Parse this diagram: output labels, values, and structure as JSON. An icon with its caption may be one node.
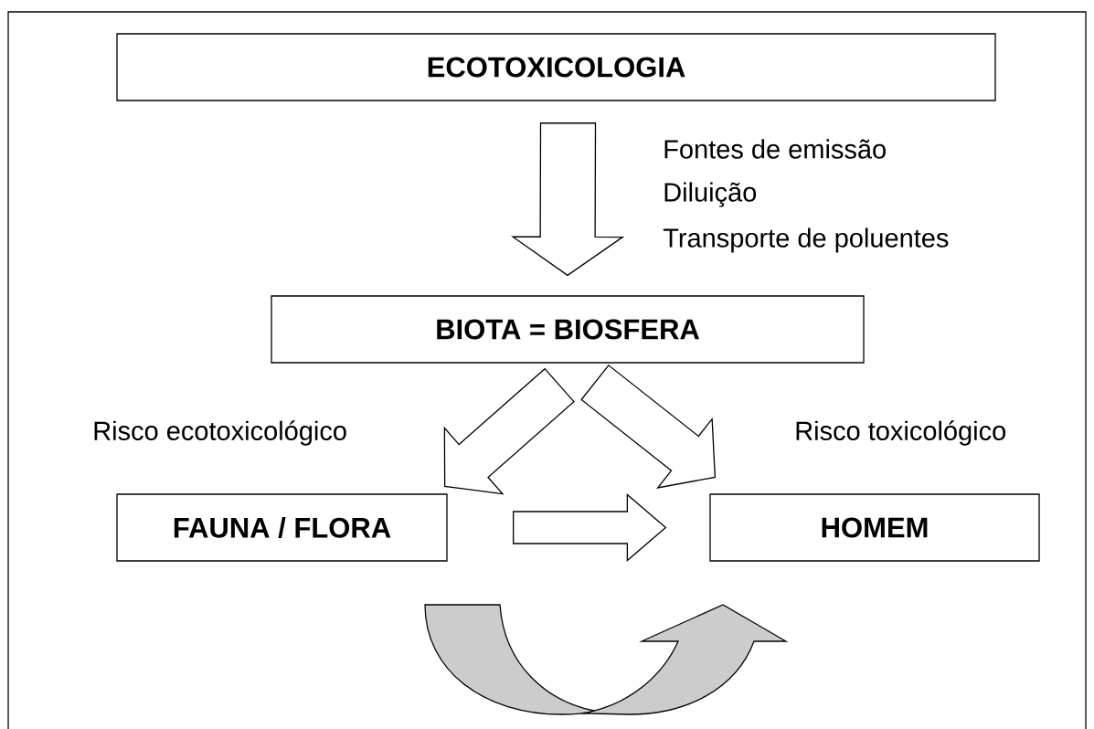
{
  "diagram": {
    "nodes": [
      {
        "text": [
          "ECOTOXICOLOGIA"
        ]
      },
      {
        "text": [
          "BIOTA = BIOSFERA"
        ]
      },
      {
        "text": [
          "FAUNA / FLORA"
        ]
      },
      {
        "text": [
          "HOMEM"
        ]
      }
    ],
    "edges": [
      {
        "from": 0,
        "to": 1,
        "arrow": "to"
      },
      {
        "from": 1,
        "to": 2,
        "arrow": "to"
      },
      {
        "from": 1,
        "to": 3,
        "arrow": "to"
      },
      {
        "from": 2,
        "to": 3,
        "arrow": "to"
      }
    ],
    "labels": [
      "Fontes de emissão",
      "Diluição",
      "Transporte de poluentes",
      "Risco ecotoxicológico",
      "Risco toxicológico"
    ]
  }
}
